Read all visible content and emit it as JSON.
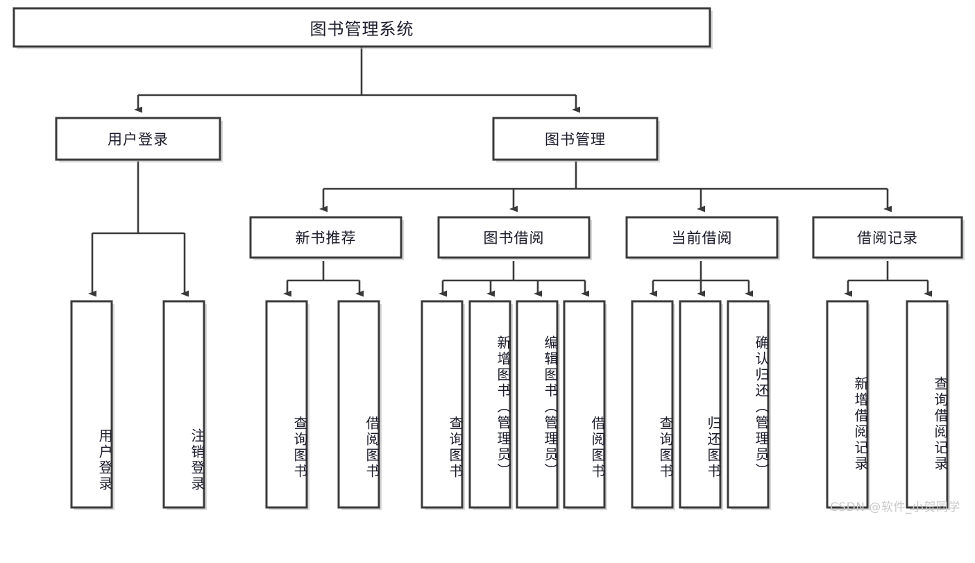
{
  "diagram": {
    "type": "tree-hierarchy",
    "title": "图书管理系统",
    "root": {
      "label": "图书管理系统",
      "level": 1
    },
    "level2": [
      {
        "label": "用户登录"
      },
      {
        "label": "图书管理"
      }
    ],
    "level3": [
      {
        "label": "新书推荐"
      },
      {
        "label": "图书借阅"
      },
      {
        "label": "当前借阅"
      },
      {
        "label": "借阅记录"
      }
    ],
    "leaves": {
      "user_login": [
        {
          "label": "用户登录"
        },
        {
          "label": "注销登录"
        }
      ],
      "new_book_recommend": [
        {
          "label": "查询图书"
        },
        {
          "label": "借阅图书"
        }
      ],
      "book_borrow": [
        {
          "label": "查询图书"
        },
        {
          "label": "新增图书（管理员）"
        },
        {
          "label": "编辑图书（管理员）"
        },
        {
          "label": "借阅图书"
        }
      ],
      "current_borrow": [
        {
          "label": "查询图书"
        },
        {
          "label": "归还图书"
        },
        {
          "label": "确认归还（管理员）"
        }
      ],
      "borrow_record": [
        {
          "label": "新增借阅记录"
        },
        {
          "label": "查询借阅记录"
        }
      ]
    }
  },
  "watermark": {
    "text": "CSDN @软件_小贺同学"
  },
  "colors": {
    "box_stroke": "#3a3a3a",
    "box_fill": "#ffffff",
    "text": "#1b1b2b",
    "background": "#ffffff",
    "watermark": "#c9c9c9"
  }
}
